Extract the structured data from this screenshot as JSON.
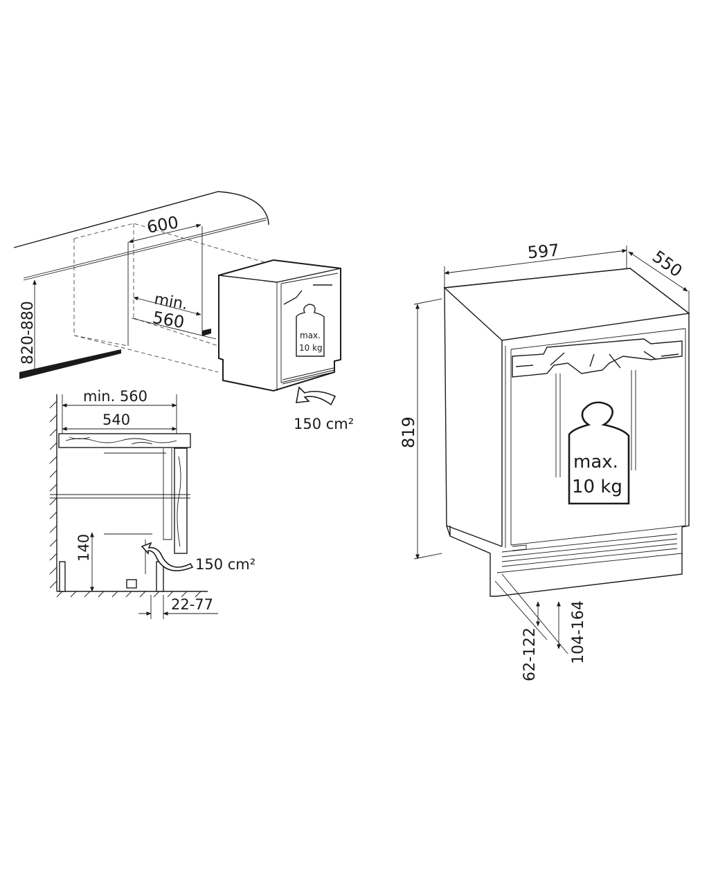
{
  "niche_view": {
    "niche_width": "600",
    "niche_depth_prefix": "min.",
    "niche_depth": "560",
    "niche_height": "820-880",
    "door_load": {
      "line1": "max.",
      "line2": "10 kg"
    },
    "ventilation": "150 cm²"
  },
  "section_view": {
    "min_depth": "min. 560",
    "worktop_depth": "540",
    "plinth_height": "140",
    "ventilation": "150 cm²",
    "plinth_offset": "22-77"
  },
  "appliance_view": {
    "width": "597",
    "depth": "550",
    "height": "819",
    "door_load": {
      "line1": "max.",
      "line2": "10 kg"
    },
    "plinth_range_1": "62-122",
    "plinth_range_2": "104-164"
  }
}
